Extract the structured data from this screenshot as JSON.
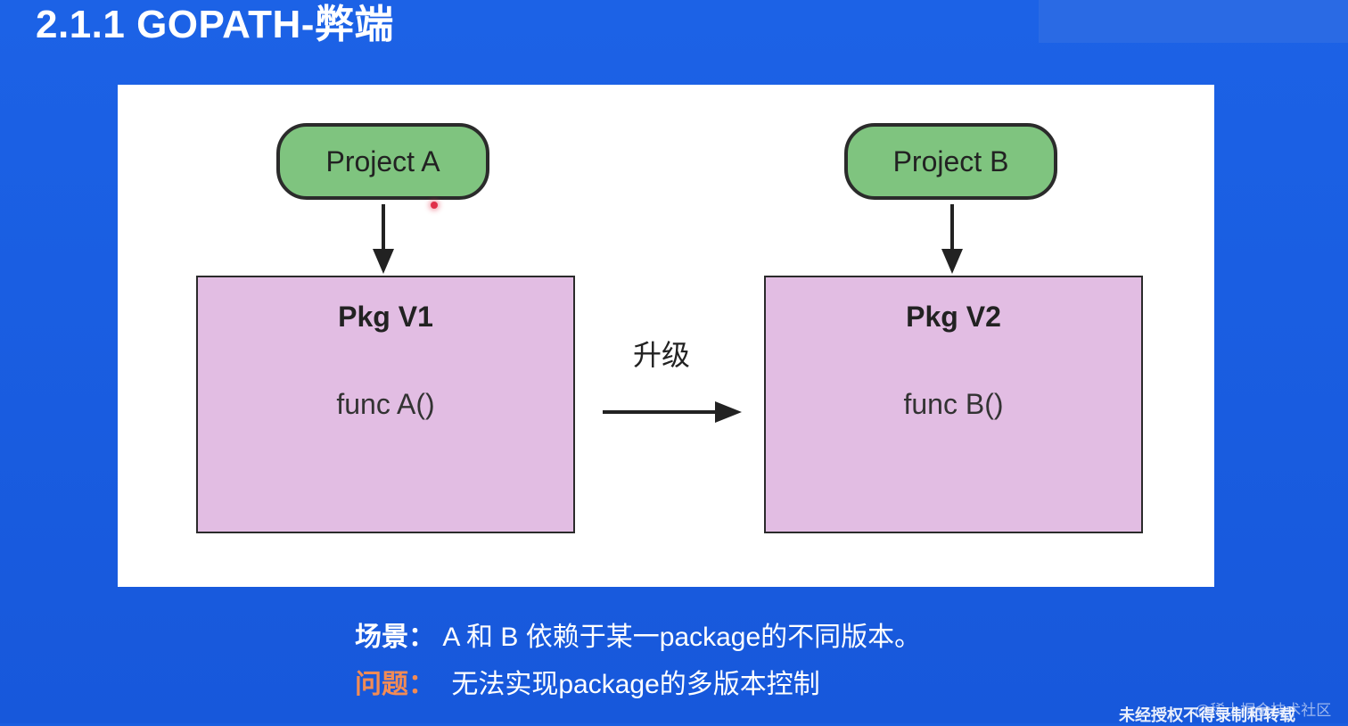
{
  "slide": {
    "title": "2.1.1 GOPATH-弊端"
  },
  "diagram": {
    "nodes": {
      "project_a": "Project A",
      "project_b": "Project B",
      "pkg_v1": {
        "title": "Pkg V1",
        "func": "func A()"
      },
      "pkg_v2": {
        "title": "Pkg V2",
        "func": "func B()"
      }
    },
    "upgrade_label": "升级"
  },
  "notes": {
    "scene_label": "场景：",
    "scene_text": "A 和 B 依赖于某一package的不同版本。",
    "issue_label": "问题：",
    "issue_text": "无法实现package的多版本控制"
  },
  "watermarks": {
    "copyright": "未经授权不得录制和转载",
    "community": "@稀土掘金技术社区"
  },
  "colors": {
    "background": "#1a5ee0",
    "project_node": "#7fc47f",
    "pkg_node": "#e2bde3",
    "issue_label": "#f28b55"
  }
}
